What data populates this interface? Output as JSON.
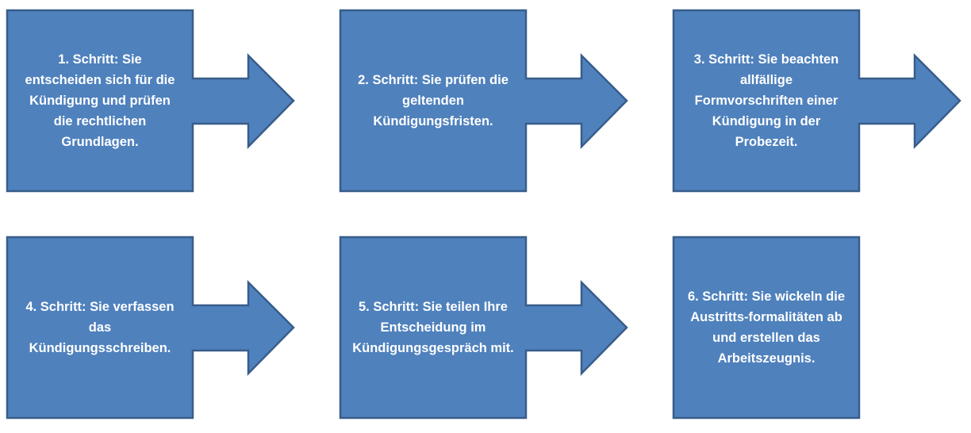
{
  "steps": [
    {
      "text": "1. Schritt: Sie entscheiden sich für die Kündigung und prüfen die rechtlichen Grundlagen."
    },
    {
      "text": "2. Schritt: Sie prüfen die geltenden Kündigungsfristen."
    },
    {
      "text": "3. Schritt: Sie beachten allfällige Formvorschriften einer Kündigung in der Probezeit."
    },
    {
      "text": "4. Schritt: Sie verfassen das Kündigungsschreiben."
    },
    {
      "text": "5. Schritt: Sie teilen Ihre Entscheidung im Kündigungsgespräch mit."
    },
    {
      "text": "6. Schritt: Sie wickeln die Austritts-formalitäten ab und erstellen das Arbeitszeugnis."
    }
  ],
  "colors": {
    "fill": "#4F81BD",
    "border": "#385D8A",
    "text": "#FFFFFF"
  }
}
